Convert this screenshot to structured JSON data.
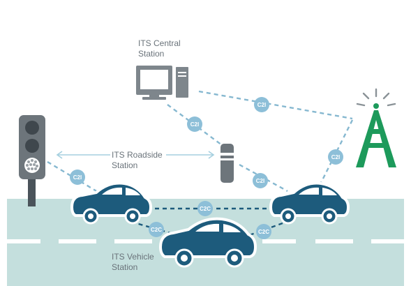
{
  "labels": {
    "central_line1": "ITS Central",
    "central_line2": "Station",
    "roadside_line1": "ITS Roadside",
    "roadside_line2": "Station",
    "vehicle_line1": "ITS Vehicle",
    "vehicle_line2": "Station"
  },
  "badges": {
    "c2i_central_antenna": "C2I",
    "c2i_central_roadside": "C2I",
    "c2i_traffic_car": "C2I",
    "c2i_roadside_car": "C2I",
    "c2i_antenna_car": "C2I",
    "c2c_top": "C2C",
    "c2c_left": "C2C",
    "c2c_right": "C2C"
  },
  "colors": {
    "road": "#c4dfdd",
    "lane_marking": "#ffffff",
    "car": "#1d5b7c",
    "wheel_rim": "#ffffff",
    "dashed_link": "#86b8d0",
    "badge": "#8dbfd8",
    "label_text": "#6a737a",
    "antenna": "#1d9a5b",
    "device_gray": "#7e868c"
  }
}
